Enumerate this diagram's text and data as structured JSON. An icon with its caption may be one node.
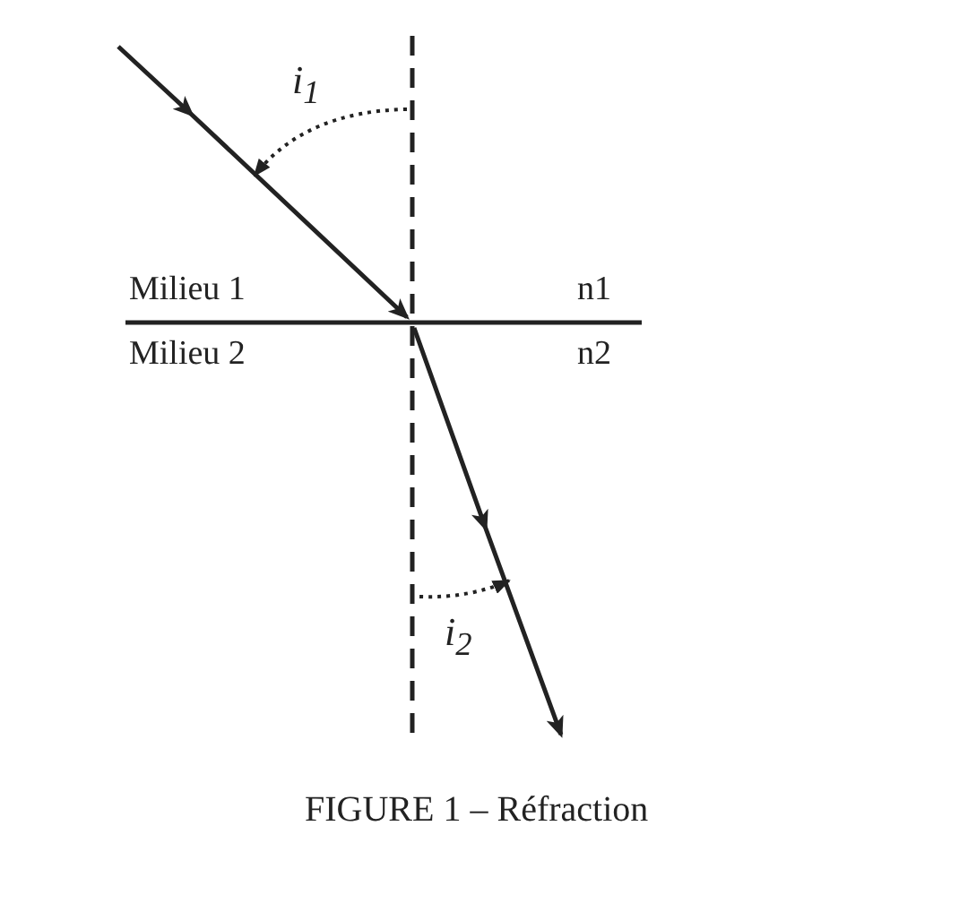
{
  "diagram": {
    "caption": "FIGURE 1 – Réfraction",
    "labels": [
      "i$_{1}$",
      "Milieu 1",
      "n1",
      "Milieu 2",
      "n2",
      "i$_{2}$"
    ]
  }
}
